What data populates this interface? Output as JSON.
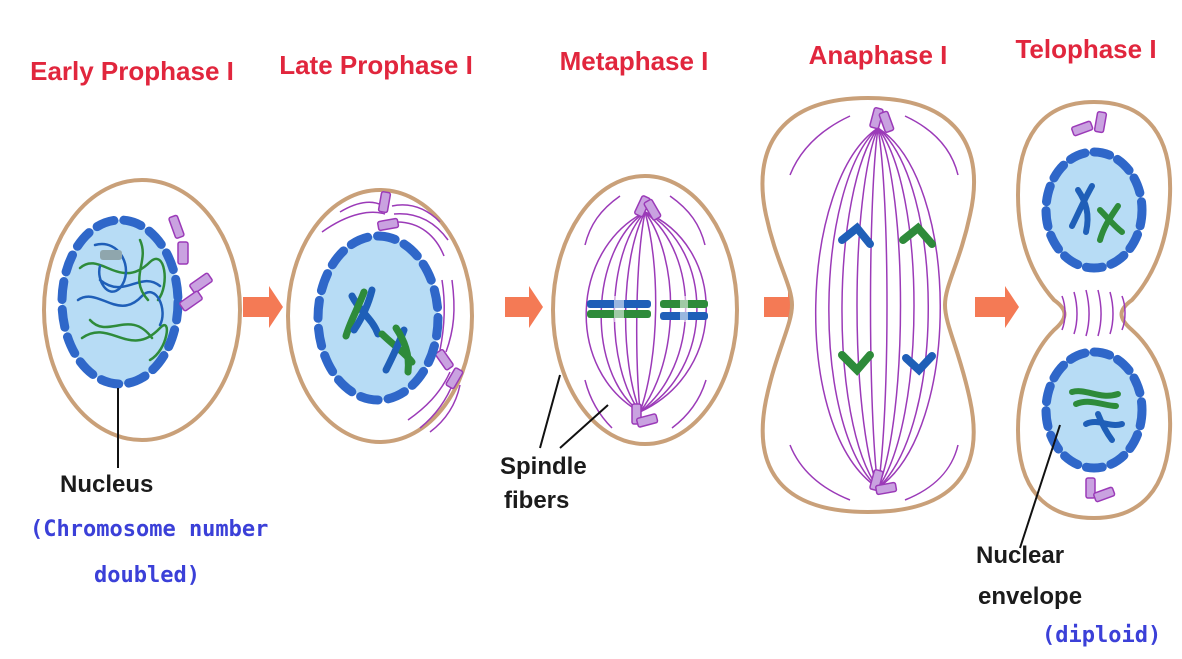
{
  "phases": [
    {
      "title": "Early Prophase I"
    },
    {
      "title": "Late Prophase I"
    },
    {
      "title": "Metaphase I"
    },
    {
      "title": "Anaphase I"
    },
    {
      "title": "Telophase I"
    }
  ],
  "labels": {
    "nucleus": "Nucleus",
    "chromosome_line1": "(Chromosome number",
    "chromosome_line2": "doubled)",
    "spindle_line1": "Spindle",
    "spindle_line2": "fibers",
    "nuclear_line1": "Nuclear",
    "nuclear_line2": "envelope",
    "diploid": "(diploid)"
  },
  "colors": {
    "title": "#e1263d",
    "cell_membrane": "#c9a079",
    "cell_fill": "#ffffff",
    "nucleus_fill": "#b7dcf5",
    "envelope_blue": "#2f67c9",
    "chromosome_green": "#2e8b3a",
    "chromosome_blue": "#1f5fb8",
    "spindle_purple": "#9b3ab8",
    "centriole_purple": "#c9a2e0",
    "arrow_orange": "#f47a55",
    "label_blue": "#3b40d8"
  }
}
